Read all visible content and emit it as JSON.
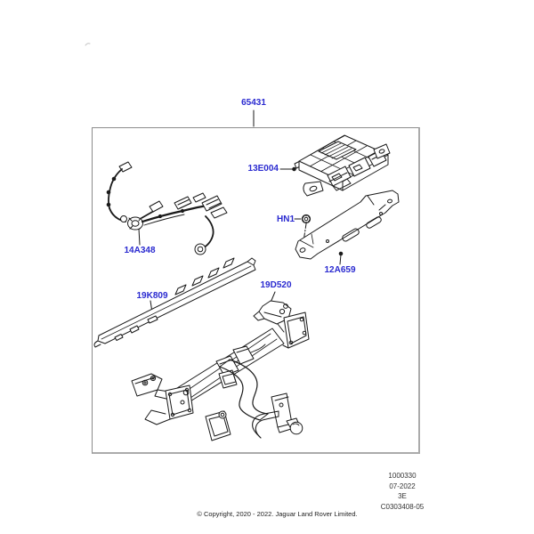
{
  "colors": {
    "callout_blue": "#2a2ad0",
    "line_art": "#1a1a1a",
    "box_border": "#8c8c8c",
    "box_shadow_edge": "#ababab"
  },
  "callouts": {
    "kit": "65431",
    "module": "13E004",
    "nut": "HN1",
    "harness": "14A348",
    "bracket": "12A659",
    "trim": "19K809",
    "towbar": "19D520"
  },
  "footer": {
    "doc_number": "1000330",
    "date": "07-2022",
    "sheet": "3E",
    "drawing_ref": "C0303408-05",
    "copyright": "© Copyright, 2020 - 2022. Jaguar Land Rover Limited."
  }
}
